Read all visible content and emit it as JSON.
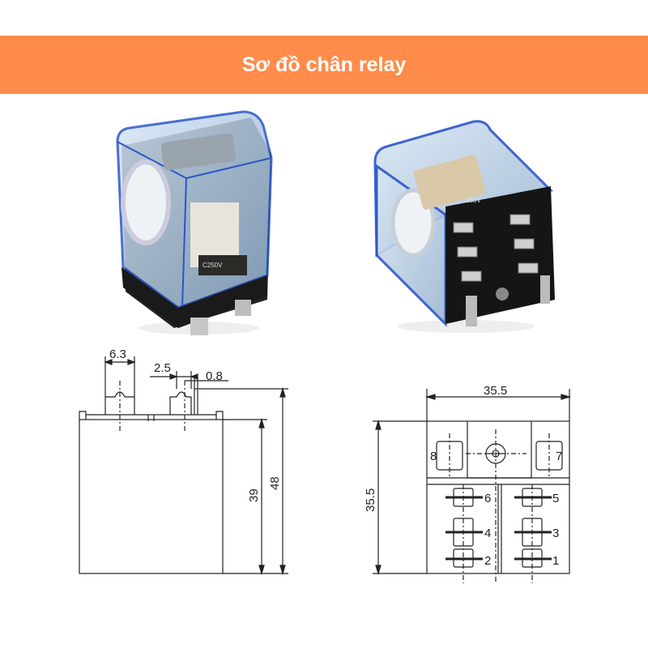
{
  "header": {
    "title": "Sơ đồ chân relay"
  },
  "photos": {
    "front_label": "C250V",
    "back_label": "250V"
  },
  "side_view": {
    "dim_terminal_width": "6.3",
    "dim_terminal_pitch": "2.5",
    "dim_terminal_thickness": "0.8",
    "dim_body_height": "39",
    "dim_total_height": "48"
  },
  "bottom_view": {
    "dim_width": "35.5",
    "dim_height": "35.5",
    "pins": [
      "8",
      "7",
      "6",
      "5",
      "4",
      "3",
      "2",
      "1"
    ]
  },
  "colors": {
    "banner": "#ff8c4a",
    "line": "#222222"
  }
}
